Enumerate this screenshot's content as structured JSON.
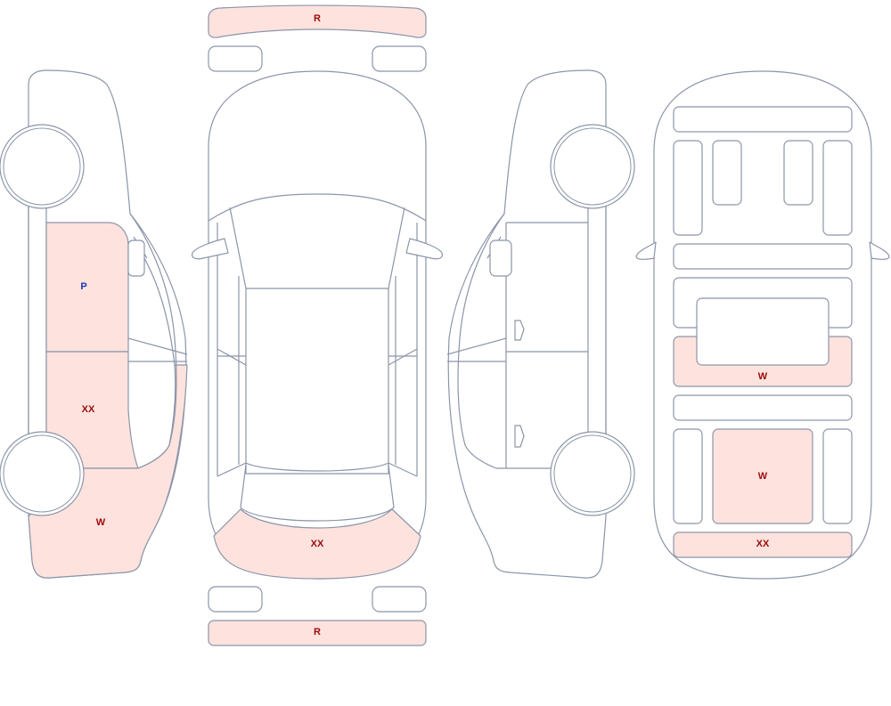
{
  "labels": {
    "front_bumper": "R",
    "rear_bumper": "R",
    "hood": "XX",
    "left_front_door": "P",
    "left_rear_door": "XX",
    "left_rear_quarter": "W",
    "interior_middle_row": "W",
    "interior_cargo_area": "W",
    "interior_rear_strip": "XX"
  },
  "colors": {
    "outline": "#8c95a8",
    "highlight_fill": "#fee2de",
    "label_red": "#9b0b0b",
    "label_blue": "#1a37b5"
  }
}
